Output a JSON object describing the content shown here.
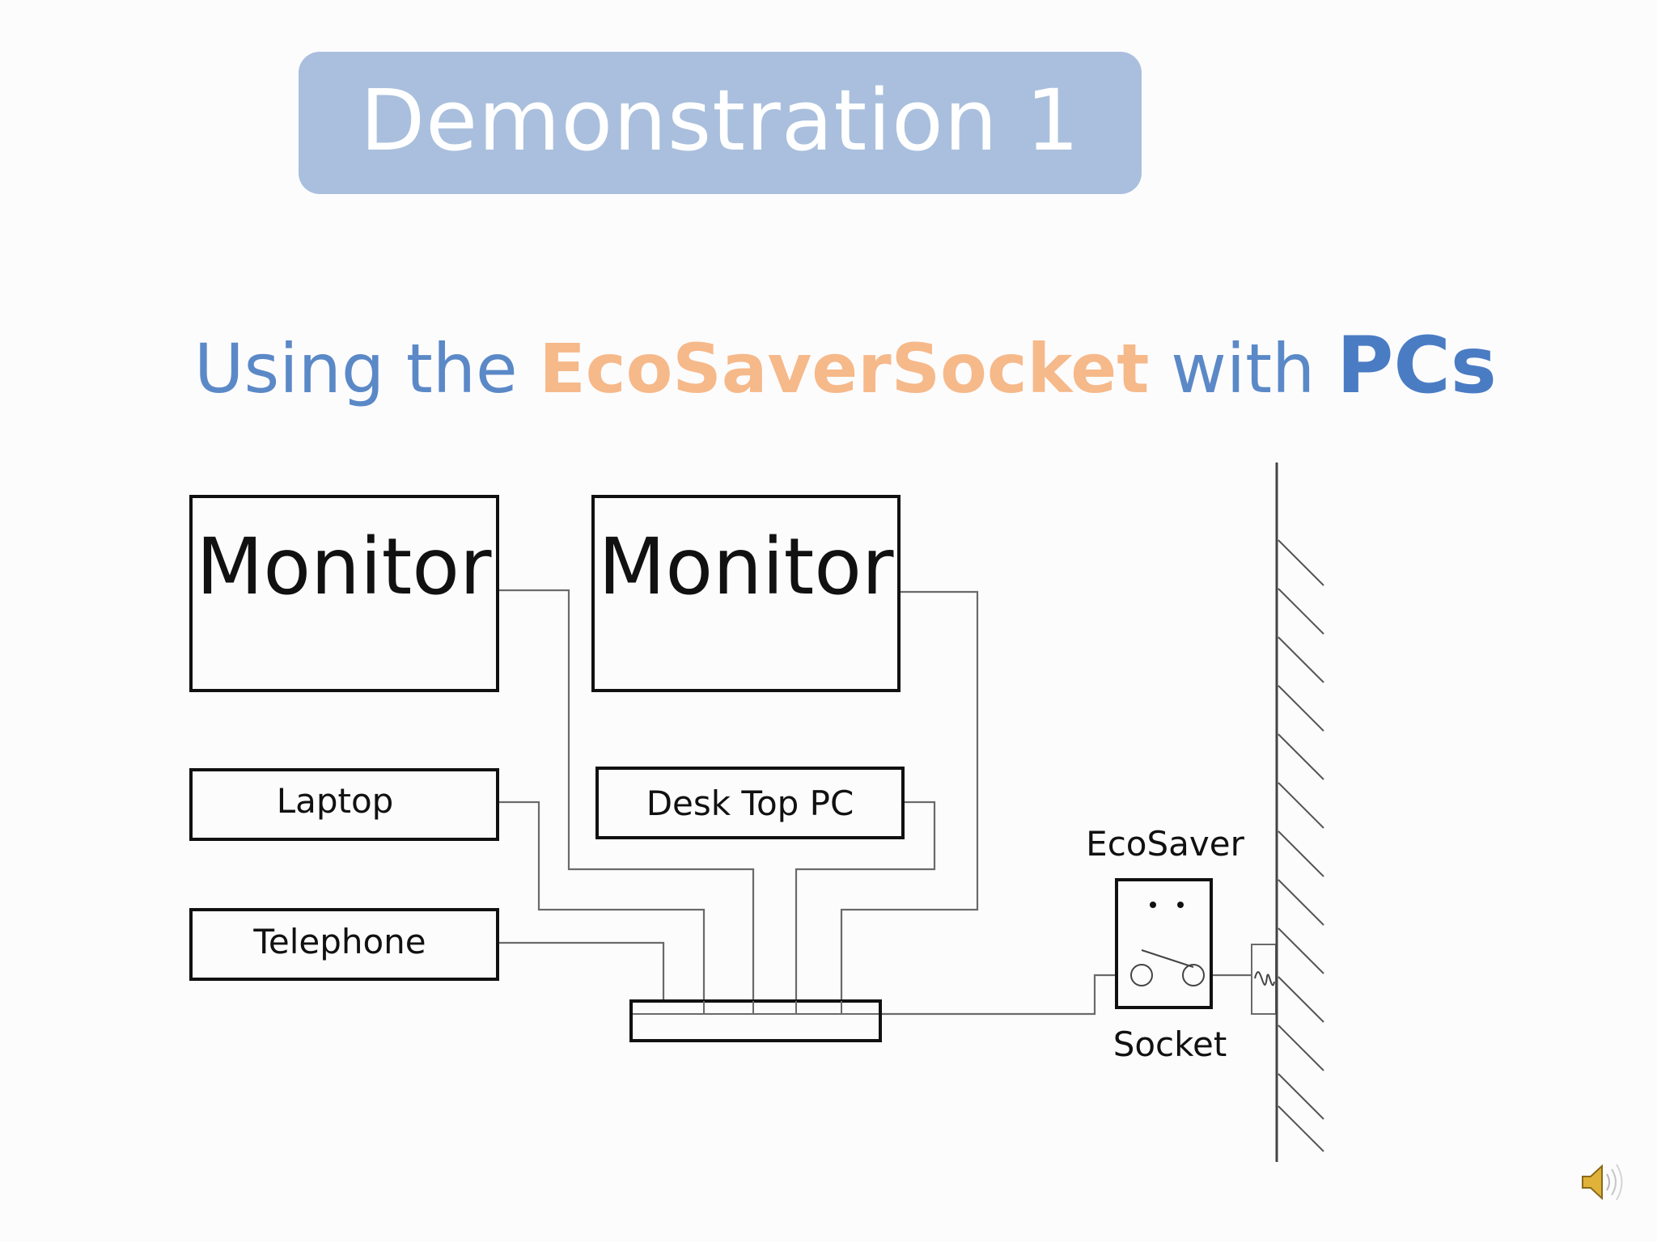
{
  "title": "Demonstration 1",
  "subtitle": {
    "prefix": "Using the",
    "brand": "EcoSaverSocket",
    "middle": "with",
    "highlight": "PCs"
  },
  "diagram": {
    "monitor_left": "Monitor",
    "monitor_right": "Monitor",
    "laptop": "Laptop",
    "desktop": "Desk Top PC",
    "telephone": "Telephone",
    "ecosaver": "EcoSaver",
    "socket": "Socket"
  },
  "colors": {
    "title_bg": "#a9bfdd",
    "subtitle_text": "#5b89c7",
    "brand_text": "#f6b98a",
    "highlight_text": "#4a7cc4"
  },
  "icons": {
    "audio": "speaker-icon"
  }
}
